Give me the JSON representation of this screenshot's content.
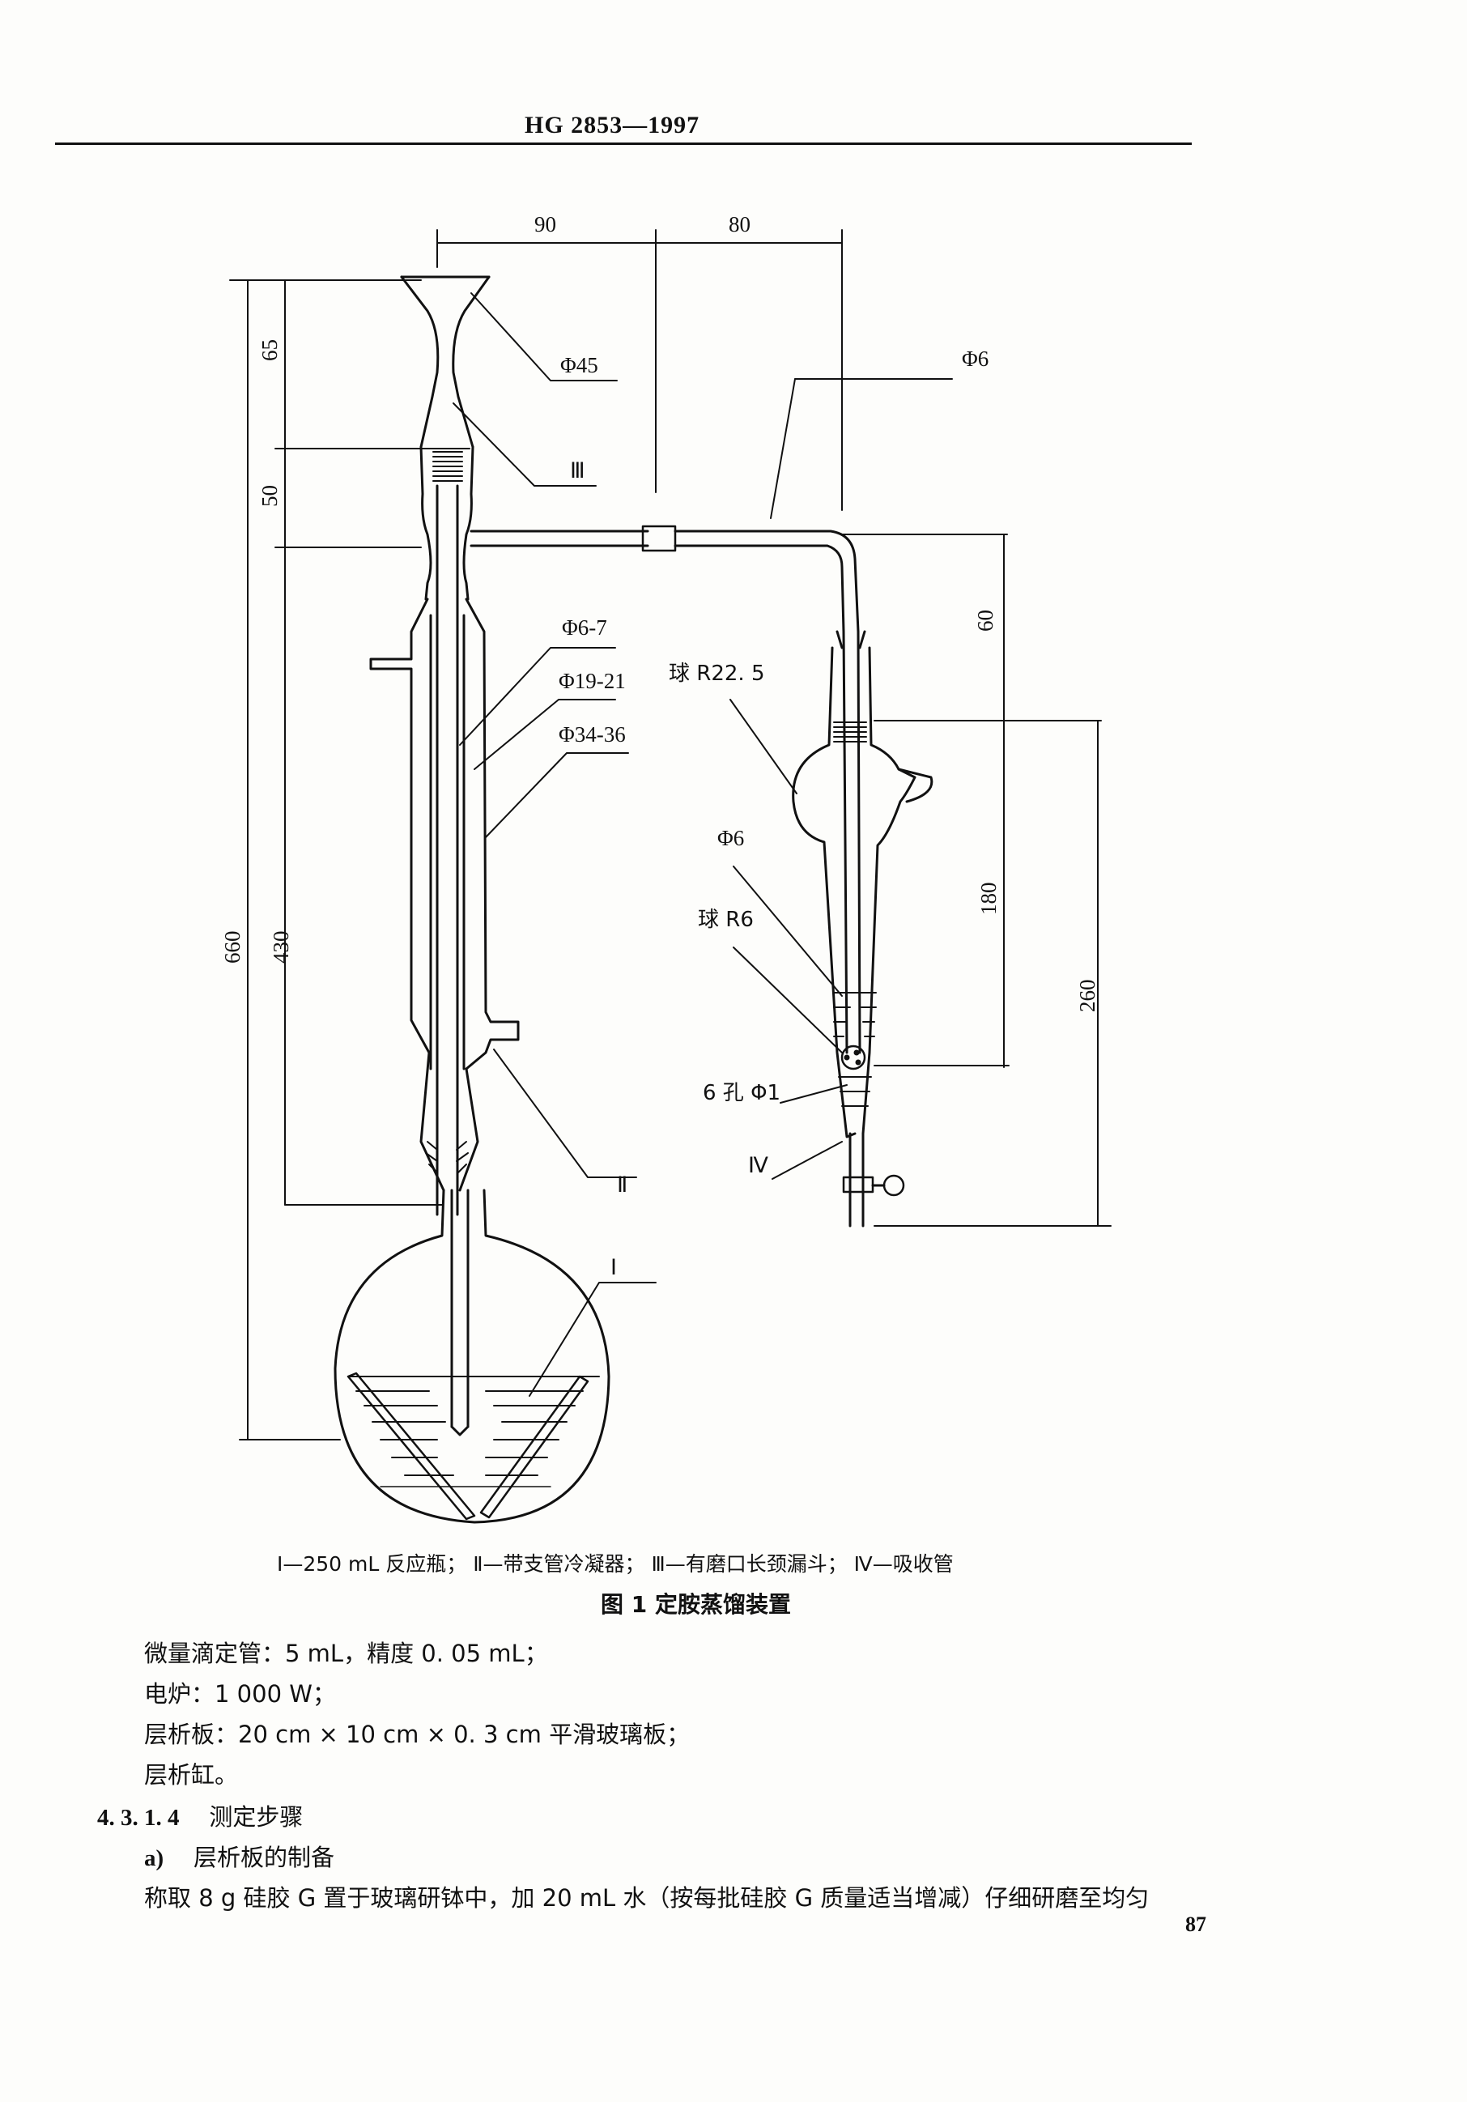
{
  "header": {
    "standard_code": "HG 2853—1997"
  },
  "figure": {
    "dimensions": {
      "d90": "90",
      "d80": "80",
      "d65": "65",
      "d50": "50",
      "d430": "430",
      "d660": "660",
      "d60": "60",
      "d180": "180",
      "d260": "260"
    },
    "labels": {
      "phi45": "Φ45",
      "roman3": "Ⅲ",
      "phi6_top": "Φ6",
      "phi6_7": "Φ6-7",
      "phi19_21": "Φ19-21",
      "phi34_36": "Φ34-36",
      "roman2": "Ⅱ",
      "roman1": "Ⅰ",
      "ball_r22": "球 R22. 5",
      "phi6_mid": "Φ6",
      "ball_r6": "球 R6",
      "holes": "6 孔 Φ1",
      "roman4": "Ⅳ"
    },
    "legend": "Ⅰ—250 mL 反应瓶；  Ⅱ—带支管冷凝器；  Ⅲ—有磨口长颈漏斗；  Ⅳ—吸收管",
    "title": "图 1   定胺蒸馏装置"
  },
  "body": {
    "line1": "微量滴定管：5 mL，精度 0. 05 mL；",
    "line2": "电炉：1 000 W；",
    "line3": "层析板：20 cm × 10 cm × 0. 3 cm 平滑玻璃板；",
    "line4": "层析缸。",
    "section_number": "4. 3. 1. 4",
    "section_title": "测定步骤",
    "sub_item_label": "a)",
    "sub_item_title": "层析板的制备",
    "paragraph": "称取 8 g 硅胶 G 置于玻璃研钵中，加 20 mL 水（按每批硅胶 G 质量适当增减）仔细研磨至均匀"
  },
  "page_number": "87"
}
